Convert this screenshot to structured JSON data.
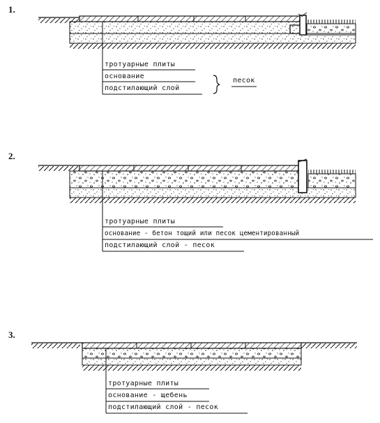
{
  "sections": [
    {
      "number": "1.",
      "labels": [
        "тротуарные плиты",
        "основание",
        "подстилающий слой"
      ],
      "bracket_label": "песок"
    },
    {
      "number": "2.",
      "labels": [
        "тротуарные плиты",
        "основание - бетон тощий или песок цементированный",
        "подстилающий слой - песок"
      ]
    },
    {
      "number": "3.",
      "labels": [
        "тротуарные плиты",
        "основание - щебень",
        "подстилающий слой - песок"
      ]
    }
  ]
}
